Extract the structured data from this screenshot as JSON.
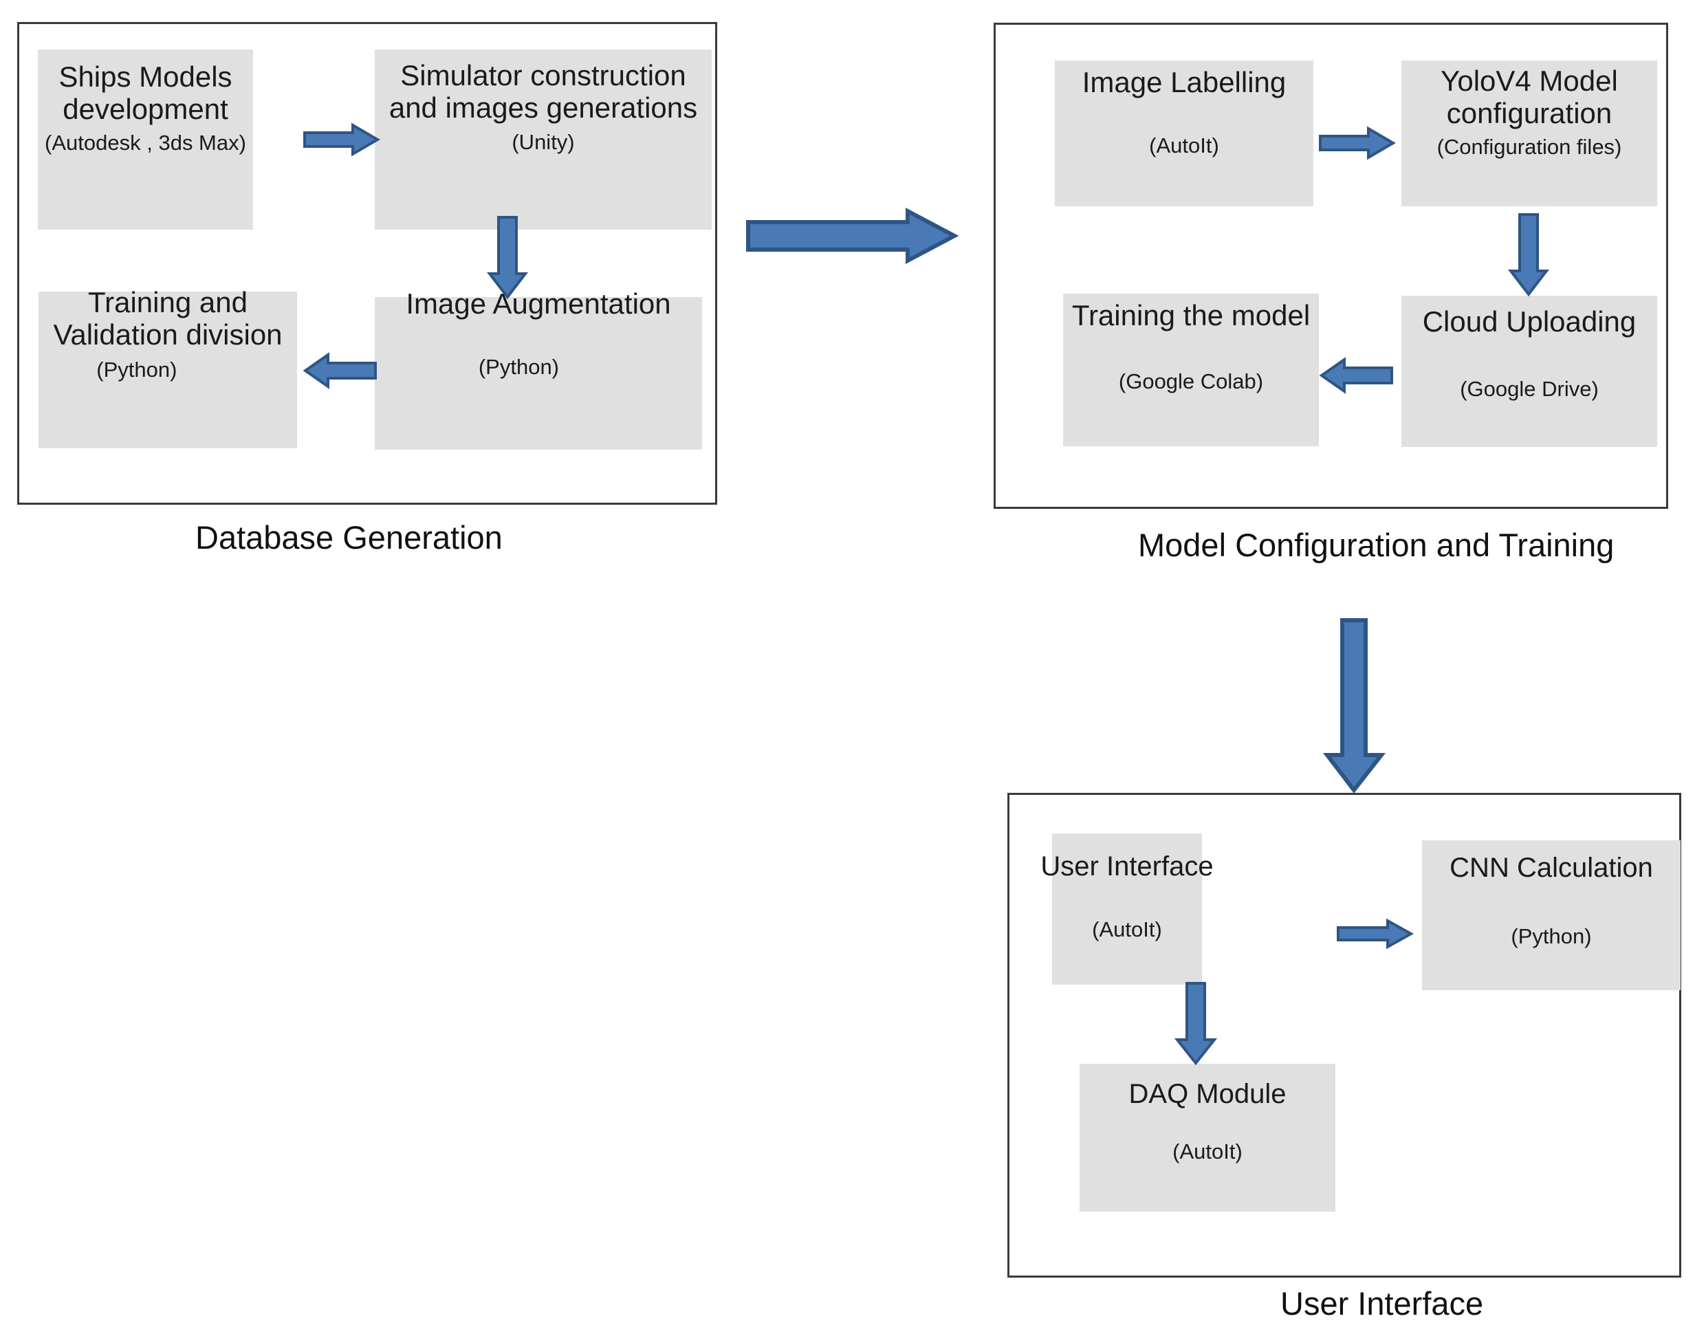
{
  "colors": {
    "node_fill": "#e0e0e0",
    "panel_border": "#3a3a3a",
    "arrow_fill": "#4a7ab5",
    "arrow_stroke": "#2e5584",
    "text": "#1a1a1a"
  },
  "panels": [
    {
      "id": "database-generation",
      "caption": "Database Generation",
      "nodes": [
        {
          "id": "ships-models-development",
          "title": "Ships Models\ndevelopment",
          "subtitle": "(Autodesk , 3ds Max)"
        },
        {
          "id": "simulator-construction",
          "title": "Simulator construction\nand images generations",
          "subtitle": "(Unity)"
        },
        {
          "id": "image-augmentation",
          "title": "Image Augmentation",
          "subtitle": "(Python)"
        },
        {
          "id": "training-validation-division",
          "title": "Training and\nValidation division",
          "subtitle": "(Python)"
        }
      ],
      "arrows": [
        {
          "id": "ships-to-simulator",
          "direction": "right"
        },
        {
          "id": "simulator-to-augmentation",
          "direction": "down"
        },
        {
          "id": "augmentation-to-training-validation",
          "direction": "left"
        }
      ]
    },
    {
      "id": "model-configuration-and-training",
      "caption": "Model Configuration and Training",
      "nodes": [
        {
          "id": "image-labelling",
          "title": "Image Labelling",
          "subtitle": "(AutoIt)"
        },
        {
          "id": "yolov4-model-configuration",
          "title": "YoloV4 Model\nconfiguration",
          "subtitle": "(Configuration files)"
        },
        {
          "id": "cloud-uploading",
          "title": "Cloud Uploading",
          "subtitle": "(Google Drive)"
        },
        {
          "id": "training-the-model",
          "title": "Training the model",
          "subtitle": "(Google Colab)"
        }
      ],
      "arrows": [
        {
          "id": "labelling-to-yolov4",
          "direction": "right"
        },
        {
          "id": "yolov4-to-cloud",
          "direction": "down"
        },
        {
          "id": "cloud-to-training",
          "direction": "left"
        }
      ]
    },
    {
      "id": "user-interface",
      "caption": "User Interface",
      "nodes": [
        {
          "id": "user-interface-module",
          "title": "User Interface",
          "subtitle": "(AutoIt)"
        },
        {
          "id": "cnn-calculation",
          "title": "CNN Calculation",
          "subtitle": "(Python)"
        },
        {
          "id": "daq-module",
          "title": "DAQ Module",
          "subtitle": "(AutoIt)"
        }
      ],
      "arrows": [
        {
          "id": "ui-to-cnn",
          "direction": "right"
        },
        {
          "id": "ui-to-daq",
          "direction": "down"
        }
      ]
    }
  ],
  "connectors": [
    {
      "id": "database-to-model-config",
      "direction": "right"
    },
    {
      "id": "model-config-to-user-interface",
      "direction": "down"
    }
  ],
  "node_text": {
    "ships_models_line1": "Ships Models",
    "ships_models_line2": "development",
    "ships_models_sub": "(Autodesk , 3ds Max)",
    "simulator_line1": "Simulator construction",
    "simulator_line2": "and images generations",
    "simulator_sub": "(Unity)",
    "augmentation_title": "Image Augmentation",
    "augmentation_sub": "(Python)",
    "training_div_line1": "Training and",
    "training_div_line2": "Validation division",
    "training_div_sub": "(Python)",
    "labelling_title": "Image Labelling",
    "labelling_sub": "(AutoIt)",
    "yolo_line1": "YoloV4 Model",
    "yolo_line2": "configuration",
    "yolo_sub": "(Configuration files)",
    "cloud_title": "Cloud Uploading",
    "cloud_sub": "(Google Drive)",
    "train_model_title": "Training the model",
    "train_model_sub": "(Google Colab)",
    "ui_title": "User Interface",
    "ui_sub": "(AutoIt)",
    "cnn_title": "CNN Calculation",
    "cnn_sub": "(Python)",
    "daq_title": "DAQ Module",
    "daq_sub": "(AutoIt)"
  },
  "captions": {
    "database": "Database Generation",
    "model": "Model Configuration and Training",
    "ui": "User Interface"
  }
}
